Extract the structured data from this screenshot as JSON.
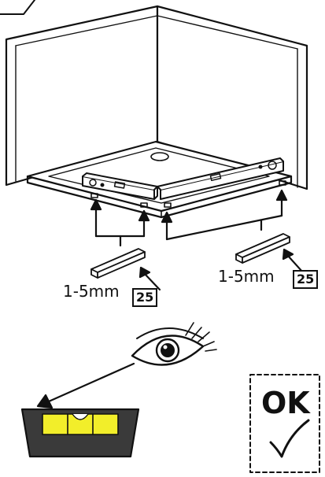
{
  "step": {
    "corner_badge": ""
  },
  "shims": {
    "left": {
      "size_label": "1-5mm",
      "part_number": "25"
    },
    "right": {
      "size_label": "1-5mm",
      "part_number": "25"
    }
  },
  "check": {
    "ok_label": "OK"
  },
  "colors": {
    "line": "#111111",
    "level_bubble": "#f2ee2a",
    "level_body": "#3a3a3a",
    "frame_dash": "#111111"
  }
}
